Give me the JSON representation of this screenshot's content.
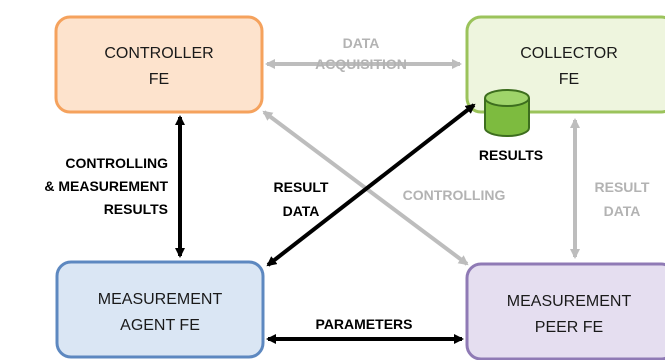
{
  "nodes": {
    "controller": {
      "line1": "CONTROLLER",
      "line2": "FE"
    },
    "collector": {
      "line1": "COLLECTOR",
      "line2": "FE"
    },
    "agent": {
      "line1": "MEASUREMENT",
      "line2": "AGENT FE"
    },
    "peer": {
      "line1": "MEASUREMENT",
      "line2": "PEER FE"
    }
  },
  "database": {
    "label": "RESULTS"
  },
  "edges": {
    "data_acquisition": {
      "line1": "DATA",
      "line2": "ACQUISITION"
    },
    "controlling_results": {
      "line1": "CONTROLLING",
      "line2": "& MEASUREMENT",
      "line3": "RESULTS"
    },
    "result_data_agent": {
      "line1": "RESULT",
      "line2": "DATA"
    },
    "controlling": {
      "line1": "CONTROLLING"
    },
    "result_data_peer": {
      "line1": "RESULT",
      "line2": "DATA"
    },
    "parameters": {
      "line1": "PARAMETERS"
    }
  },
  "colors": {
    "controller_fill": "#fde3cd",
    "controller_stroke": "#f5a25d",
    "collector_fill": "#eef5de",
    "collector_stroke": "#9bc35b",
    "agent_fill": "#dae6f4",
    "agent_stroke": "#5d88c0",
    "peer_fill": "#e5def0",
    "peer_stroke": "#8f7ab5",
    "db_fill": "#7dbb3f",
    "db_stroke": "#3d6e1e",
    "arrow_black": "#000000",
    "arrow_gray": "#bdbdbd"
  }
}
